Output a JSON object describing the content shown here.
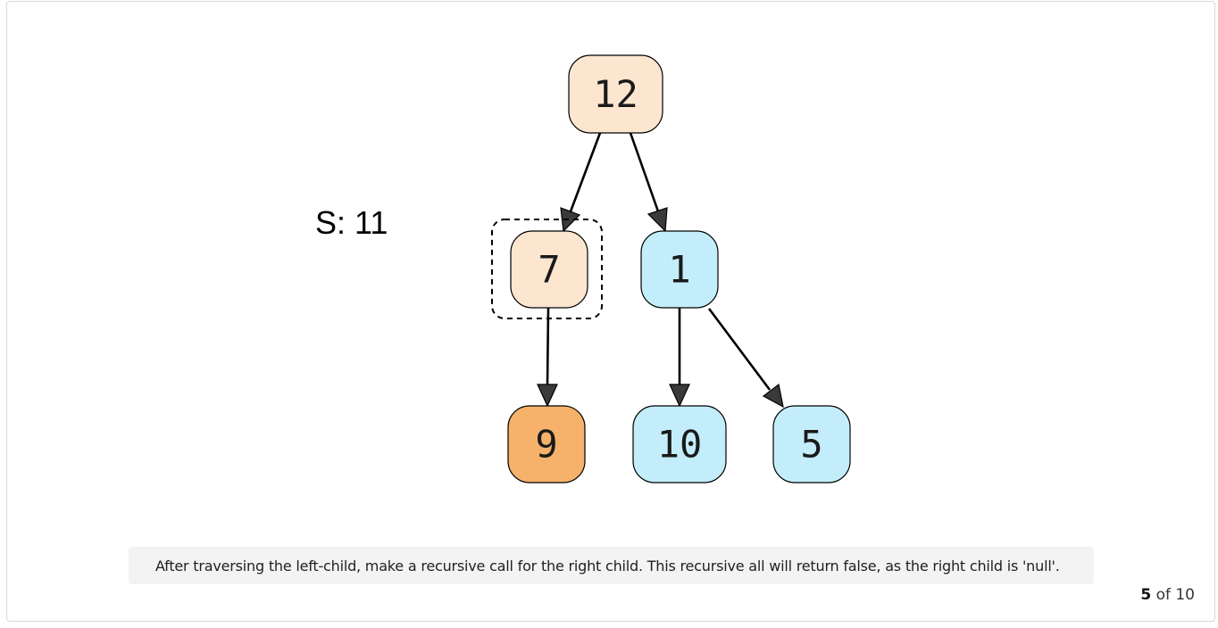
{
  "diagram": {
    "sum_label": "S: 11",
    "colors": {
      "visited": "#fce6cf",
      "current_leaf": "#f6b26b",
      "unvisited": "#c3edfb",
      "arrow_fill": "#3a3a3a"
    },
    "nodes": [
      {
        "id": "n12",
        "label": "12",
        "state": "visited"
      },
      {
        "id": "n7",
        "label": "7",
        "state": "visited",
        "highlighted": true
      },
      {
        "id": "n1",
        "label": "1",
        "state": "unvisited"
      },
      {
        "id": "n9",
        "label": "9",
        "state": "current_leaf"
      },
      {
        "id": "n10",
        "label": "10",
        "state": "unvisited"
      },
      {
        "id": "n5",
        "label": "5",
        "state": "unvisited"
      }
    ],
    "edges": [
      {
        "from": "n12",
        "to": "n7"
      },
      {
        "from": "n12",
        "to": "n1"
      },
      {
        "from": "n7",
        "to": "n9"
      },
      {
        "from": "n1",
        "to": "n10"
      },
      {
        "from": "n1",
        "to": "n5"
      }
    ]
  },
  "caption": "After traversing the left-child, make a recursive call for the right child. This recursive all will return false, as the right child is 'null'.",
  "pager": {
    "current": "5",
    "separator": "of",
    "total": "10"
  }
}
